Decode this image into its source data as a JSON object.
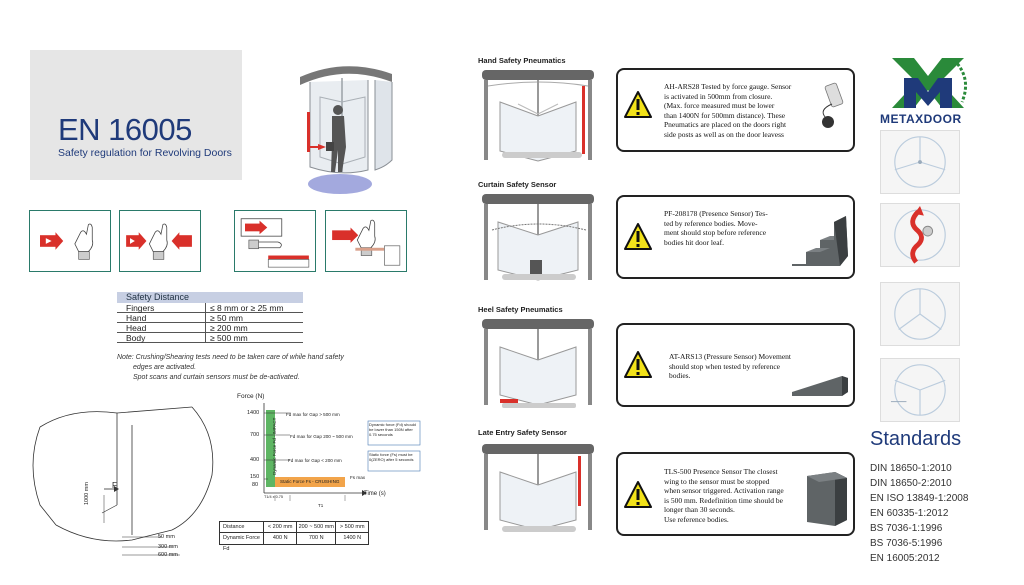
{
  "title": {
    "main": "EN 16005",
    "sub": "Safety regulation for Revolving Doors"
  },
  "safety_distance": {
    "header": "Safety Distance",
    "rows": [
      {
        "part": "Fingers",
        "value": "≤ 8 mm or ≥ 25 mm"
      },
      {
        "part": "Hand",
        "value": "≥ 50 mm"
      },
      {
        "part": "Head",
        "value": "≥ 200 mm"
      },
      {
        "part": "Body",
        "value": "≥ 500 mm"
      }
    ]
  },
  "note": {
    "line1": "Note: Crushing/Shearing tests need to be taken care of while hand safety",
    "line2": "edges are activated.",
    "line3": "Spot scans and curtain sensors must be de-activated."
  },
  "force_chart": {
    "ylabel": "Force (N)",
    "xlabel": "Time (s)",
    "y_ticks": [
      "1400",
      "700",
      "400",
      "150",
      "80"
    ],
    "impact_label": "Dynamic Force Fd - IMPACT",
    "crush_label": "Static Force Fs - CRUSHING",
    "lines": [
      "Fd max for Gap > 500 mm",
      "Fd max for Gap 200 ~ 500 mm",
      "Fd max for Gap < 200 mm"
    ],
    "fs_max": "Fs max",
    "note_dynamic": "Dynamic force (Fd) should be lower than 150N after 0.75 seconds",
    "note_static": "Static force (Fs) must be 0(ZERO) after 5 seconds",
    "t1": "T1",
    "t_half": "T1/4 x 0.75"
  },
  "gap_table": {
    "headers": [
      "Distance",
      "< 200 mm",
      "200 ~ 500 mm",
      "> 500 mm"
    ],
    "row_label": "Dynamic Force Fd",
    "values": [
      "400 N",
      "700 N",
      "1400 N"
    ]
  },
  "diagram": {
    "force_label": "F",
    "height_label": "1000 mm",
    "dims": [
      "50 mm",
      "300 mm",
      "600 mm"
    ]
  },
  "sections": [
    {
      "title": "Hand Safety Pneumatics",
      "lines": [
        "AH-ARS28 Tested by force gauge. Sensor",
        "is activated in 500mm from closure.",
        "(Max. force measured must be lower",
        "than 1400N for 500mm distance). These",
        "Pneumatics are placed on the doors right",
        "side posts as well as on the door leavess"
      ]
    },
    {
      "title": "Curtain Safety Sensor",
      "lines": [
        "PF-208178 (Presence Sensor) Tes-",
        "ted by reference bodies. Move-",
        "ment should stop before reference",
        "bodies hit door leaf."
      ]
    },
    {
      "title": "Heel Safety Pneumatics",
      "lines": [
        "AT-ARS13 (Pressure Sensor) Movement",
        "should stop when tested by reference",
        "bodies."
      ]
    },
    {
      "title": "Late Entry Safety Sensor",
      "lines": [
        "TLS-500 Presence Sensor The closest",
        "wing to the sensor must be stopped",
        "when sensor triggered. Activation range",
        "is 500 mm. Redefinition time should be",
        "longer than 30 seconds.",
        "Use reference bodies."
      ]
    }
  ],
  "logo": {
    "name": "METAXDOOR"
  },
  "standards": {
    "title": "Standards",
    "items": [
      "DIN 18650-1:2010",
      "DIN 18650-2:2010",
      "EN ISO 13849-1:2008",
      "EN 60335-1:2012",
      "BS 7036-1:1996",
      "BS 7036-5:1996",
      "EN 16005:2012"
    ]
  },
  "colors": {
    "navy": "#1f3a7a",
    "red": "#d9302a",
    "green": "#2a8a3a",
    "warning": "#f2e21a"
  }
}
